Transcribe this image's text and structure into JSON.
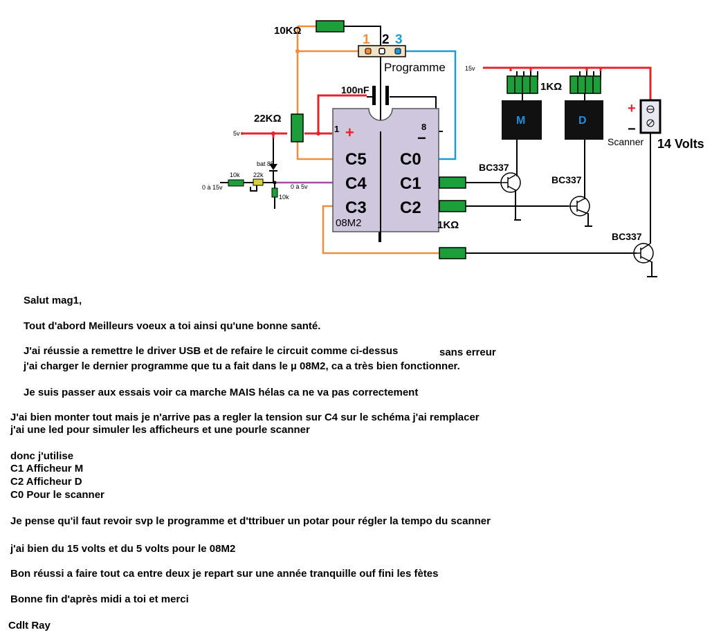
{
  "colors": {
    "wire_black": "#000000",
    "wire_red": "#e2252b",
    "wire_orange": "#f28c36",
    "wire_blue": "#1c9ad6",
    "wire_purple": "#a14aa6",
    "wire_blue2": "#5b4fc9",
    "resistor_green": "#1e9e3a",
    "chip_fill": "#cfc7dd",
    "connector_fill": "#f2e3c4",
    "display_fill": "#111111",
    "display_letter": "#1e8fe0",
    "plus_red": "#e2252b",
    "pin_label_orange": "#f28c36",
    "pin_label_blue": "#1c9ad6"
  },
  "schematic": {
    "r_top": "10KΩ",
    "pin1": "1",
    "pin2": "2",
    "pin3": "3",
    "programme": "Programme",
    "cap": "100nF",
    "r22": "22KΩ",
    "v5": "5v",
    "chip_pin1": "1",
    "chip_plus": "+",
    "chip_pin8": "8",
    "chip_minus": "−",
    "c5": "C5",
    "c4": "C4",
    "c3": "C3",
    "c0": "C0",
    "c1": "C1",
    "c2": "C2",
    "chip_name": "08M2",
    "bat85": "bat 85",
    "r10k_in": "10k",
    "pot22k": "22k",
    "in_range": "0 à 15v",
    "out_range": "0 à 5v",
    "r10k_down": "10k",
    "r1k_label": "1KΩ",
    "v15": "15v",
    "r1k_net": "1KΩ",
    "display_m": "M",
    "display_d": "D",
    "scanner_plus": "+",
    "scanner_minus": "−",
    "scanner": "Scanner",
    "volts14": "14 Volts",
    "bc_1": "BC337",
    "bc_2": "BC337",
    "bc_3": "BC337"
  },
  "message": {
    "line01": "Salut mag1,",
    "line02": "Tout d'abord Meilleurs voeux a toi ainsi qu'une bonne santé.",
    "line03a": "J'ai réussie a remettre le driver USB et de refaire le circuit comme ci-dessus",
    "line03b": "sans erreur",
    "line04": "j'ai charger le dernier programme que tu a fait dans le µ 08M2, ca a très bien fonctionner.",
    "line05": "Je suis passer aux essais voir ca marche MAIS hélas ca ne va pas correctement",
    "line06": "J'ai bien monter tout mais je n'arrive pas a regler la tension sur C4 sur le schéma j'ai remplacer",
    "line07": "j'ai une led pour simuler les afficheurs et une pourle scanner",
    "line08": "donc j'utilise",
    "line09": "C1 Afficheur M",
    "line10": "C2 Afficheur D",
    "line11": "C0 Pour le scanner",
    "line12": "Je pense qu'il faut revoir svp le programme et d'ttribuer un potar pour régler la tempo du scanner",
    "line13": "j'ai bien du 15 volts et du 5 volts pour le 08M2",
    "line14": "Bon réussi a faire tout ca entre deux je repart sur une année tranquille ouf fini les fètes",
    "line15": "Bonne fin d'après midi a toi et merci",
    "line16": "Cdlt Ray"
  }
}
